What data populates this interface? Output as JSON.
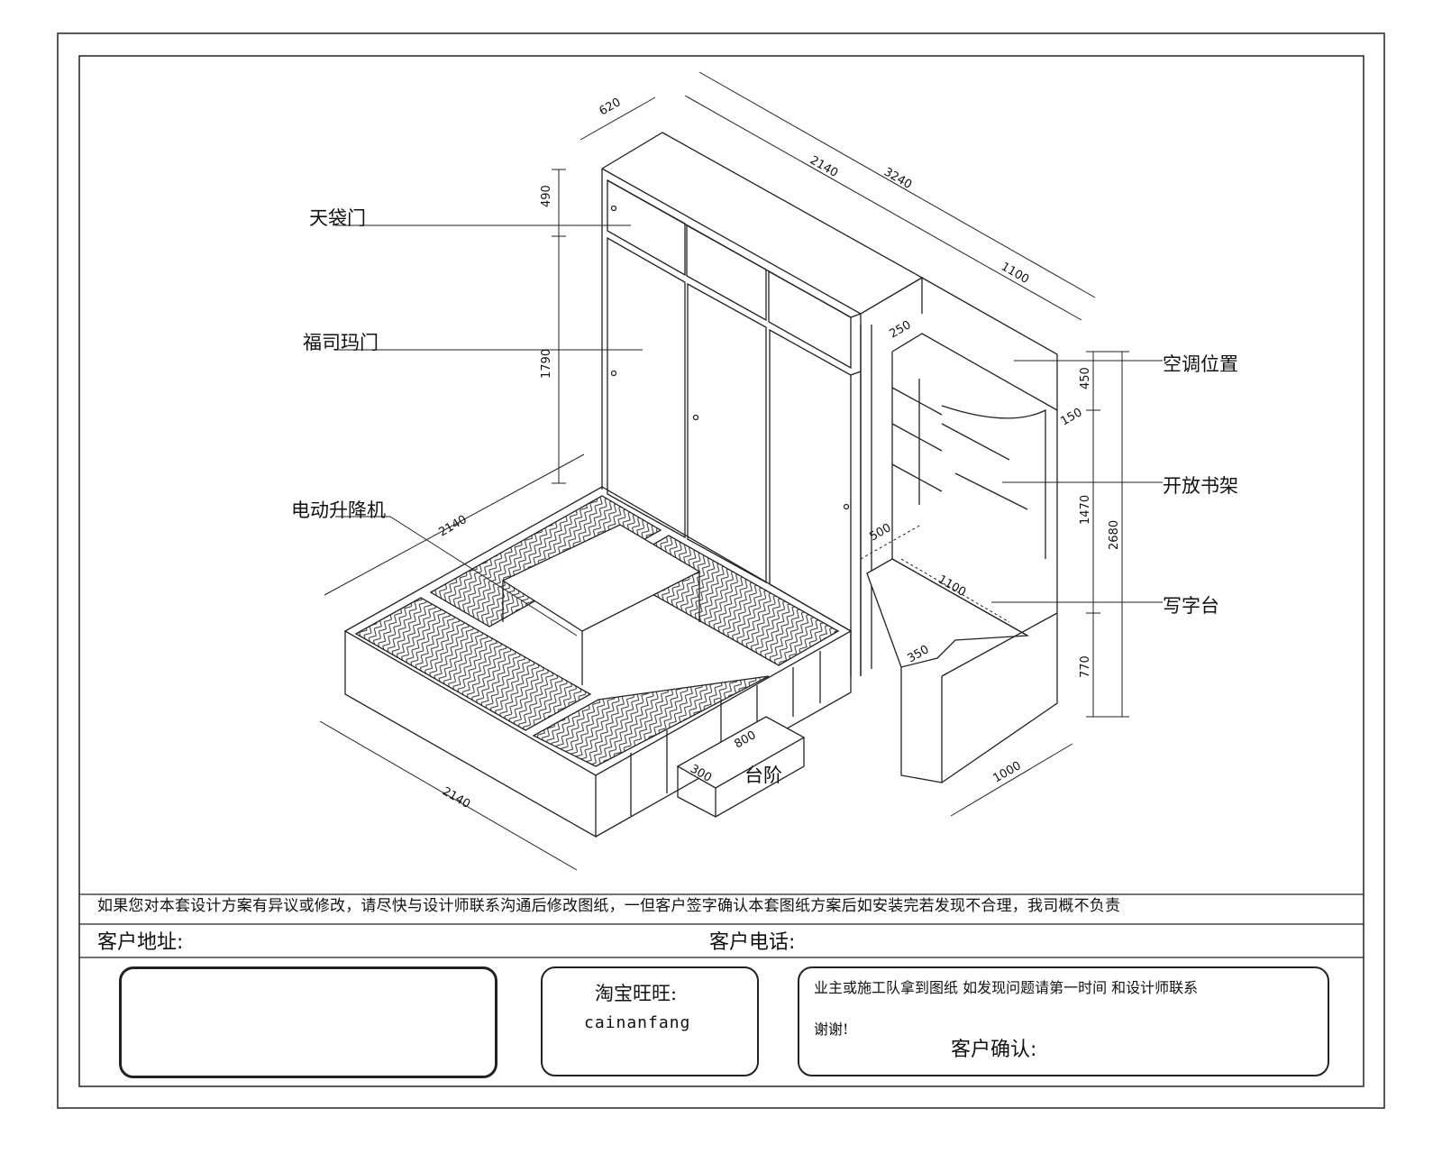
{
  "callouts": {
    "top_cabinet_door": "天袋门",
    "sliding_door": "福司玛门",
    "electric_lift": "电动升降机",
    "ac_position": "空调位置",
    "open_bookshelf": "开放书架",
    "writing_desk": "写字台",
    "step": "台阶"
  },
  "dimensions": {
    "d620": "620",
    "d2140_top": "2140",
    "d3240": "3240",
    "d1100_top": "1100",
    "d490": "490",
    "d1790": "1790",
    "d2140_bed_side": "2140",
    "d2140_bed_front": "2140",
    "d250": "250",
    "d450": "450",
    "d150": "150",
    "d1470": "1470",
    "d2680": "2680",
    "d770": "770",
    "d500": "500",
    "d1100_desk": "1100",
    "d350": "350",
    "d1000": "1000",
    "d800": "800",
    "d300": "300"
  },
  "notice": "如果您对本套设计方案有异议或修改，请尽快与设计师联系沟通后修改图纸，一但客户签字确认本套图纸方案后如安装完若发现不合理，我司概不负责",
  "customer": {
    "address_label": "客户地址:",
    "phone_label": "客户电话:"
  },
  "contact": {
    "wangwang_label": "淘宝旺旺:",
    "wangwang_id": "cainanfang"
  },
  "confirm": {
    "instruction": "业主或施工队拿到图纸 如发现问题请第一时间 和设计师联系",
    "thanks": "谢谢!",
    "signature_label": "客户确认:"
  }
}
